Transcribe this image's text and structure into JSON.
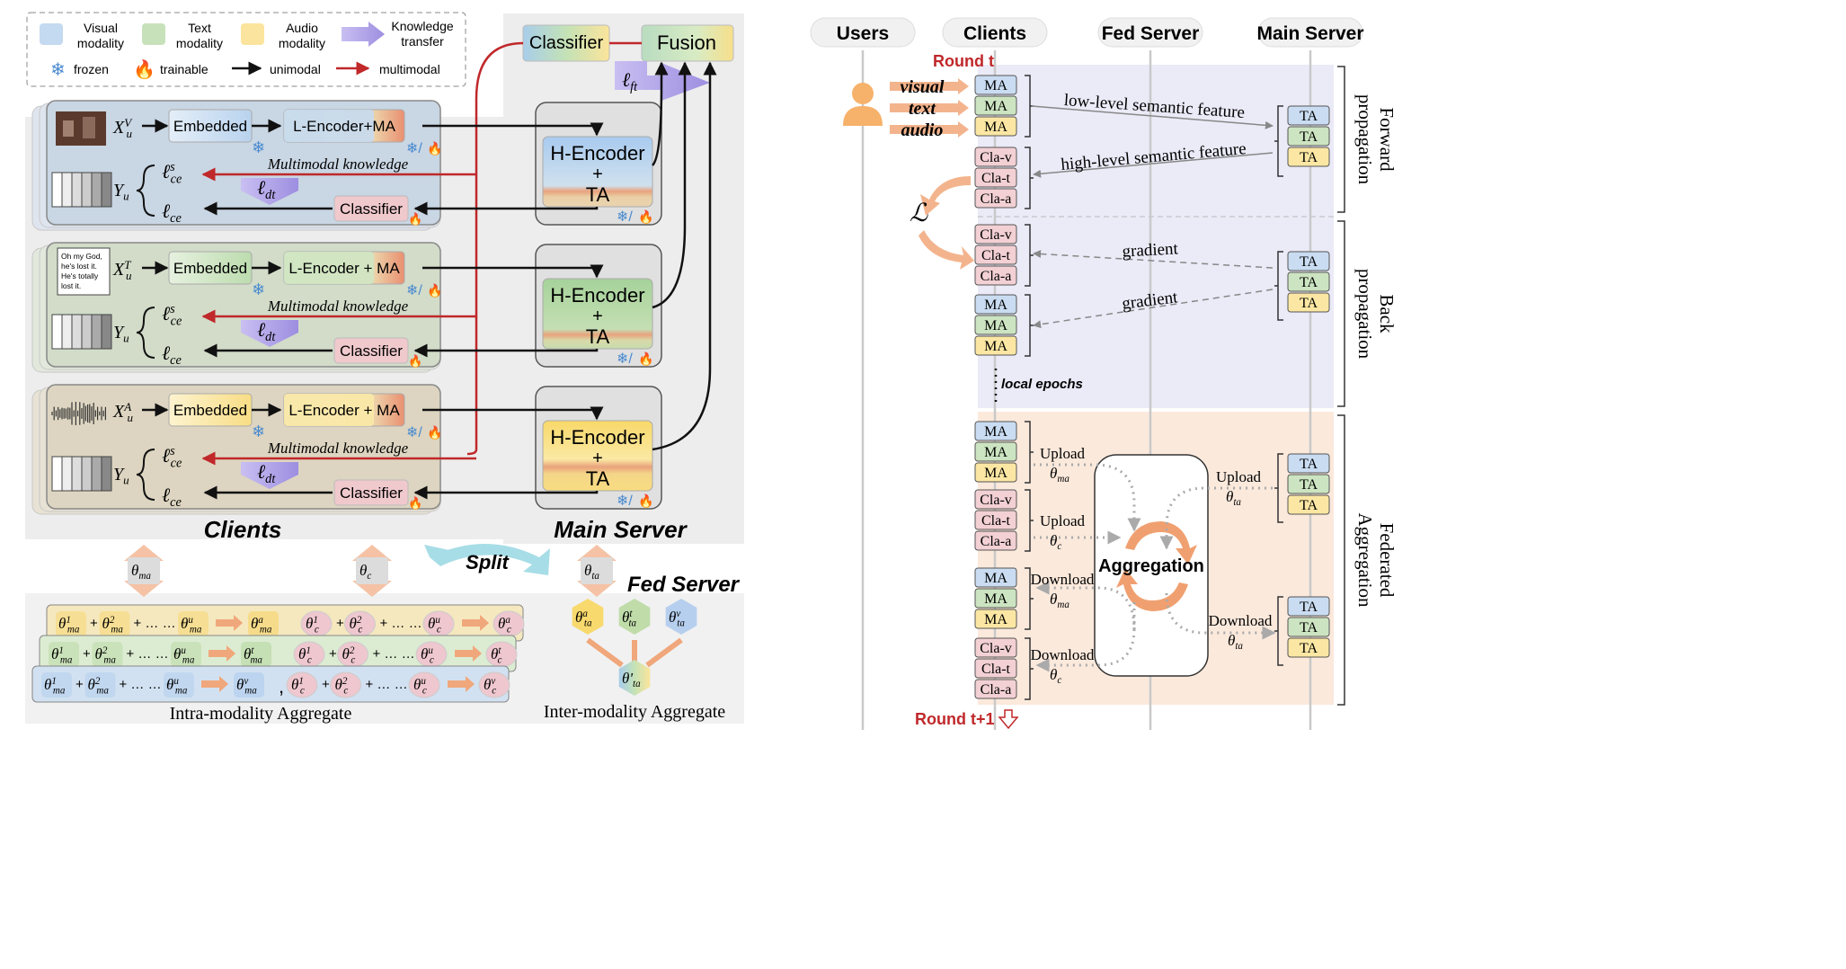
{
  "legend": {
    "visual": "Visual modality",
    "text": "Text modality",
    "audio": "Audio modality",
    "knowledge": "Knowledge transfer",
    "frozen": "frozen",
    "trainable": "trainable",
    "unimodal": "unimodal",
    "multimodal": "multimodal"
  },
  "left": {
    "classifier_top": "Classifier",
    "fusion": "Fusion",
    "loss_ft": "ℓ_ft",
    "clients_title": "Clients",
    "main_server_title": "Main Server",
    "split": "Split",
    "fed_server": "Fed Server",
    "intra": "Intra-modality Aggregate",
    "inter": "Inter-modality Aggregate",
    "theta_ma": "θ_ma",
    "theta_c": "θ_c",
    "theta_ta": "θ_ta",
    "text_sample": "Oh my God, he's lost it. He's totally lost it.",
    "rows": [
      {
        "x": "X_u^V",
        "embedded": "Embedded",
        "encoder": "L-Encoder+MA",
        "mk": "Multimodal knowledge",
        "classifier": "Classifier",
        "y": "Y_u",
        "l1": "ℓ_ce^s",
        "l2": "ℓ_ce",
        "ldt": "ℓ_dt",
        "henc": "H-Encoder",
        "plus": "+",
        "ta": "TA"
      },
      {
        "x": "X_u^T",
        "embedded": "Embedded",
        "encoder": "L-Encoder + MA",
        "mk": "Multimodal knowledge",
        "classifier": "Classifier",
        "y": "Y_u",
        "l1": "ℓ_ce^s",
        "l2": "ℓ_ce",
        "ldt": "ℓ_dt",
        "henc": "H-Encoder",
        "plus": "+",
        "ta": "TA"
      },
      {
        "x": "X_u^A",
        "embedded": "Embedded",
        "encoder": "L-Encoder + MA",
        "mk": "Multimodal knowledge",
        "classifier": "Classifier",
        "y": "Y_u",
        "l1": "ℓ_ce^s",
        "l2": "ℓ_ce",
        "ldt": "ℓ_dt",
        "henc": "H-Encoder",
        "plus": "+",
        "ta": "TA"
      }
    ],
    "agg_rows": [
      {
        "ma": "θ_ma^1 + θ_ma^2 + … … + θ_ma^u",
        "ma_out": "θ_ma^a",
        "c": "θ_c^1 + θ_c^2 + … … + θ_c^u",
        "c_out": "θ_c^a"
      },
      {
        "ma": "θ_ma^1 + θ_ma^2 + … … + θ_ma^u",
        "ma_out": "θ_ma^t",
        "c": "θ_c^1 + θ_c^2 + … … + θ_c^u",
        "c_out": "θ_c^t"
      },
      {
        "ma": "θ_ma^1 + θ_ma^2 + … … + θ_ma^u",
        "ma_out": "θ_ma^v",
        "c": "θ_c^1 + θ_c^2 + … … + θ_c^u",
        "c_out": "θ_c^v"
      }
    ],
    "hex": {
      "a": "θ_ta^a",
      "t": "θ_ta^t",
      "v": "θ_ta^v",
      "out": "θ'_ta"
    }
  },
  "right": {
    "headers": [
      "Users",
      "Clients",
      "Fed Server",
      "Main Server"
    ],
    "round_t": "Round t",
    "round_t1": "Round t+1",
    "inputs": [
      "visual",
      "text",
      "audio"
    ],
    "ma": "MA",
    "ta": "TA",
    "cla": [
      "Cla-v",
      "Cla-t",
      "Cla-a"
    ],
    "low_level": "low-level semantic feature",
    "high_level": "high-level semantic feature",
    "loss": "ℒ",
    "gradient": "gradient",
    "local_epochs": "local epochs",
    "aggregation": "Aggregation",
    "upload": "Upload",
    "download": "Download",
    "theta_ma": "θ_ma",
    "theta_c": "θ_c",
    "theta_ta": "θ_ta",
    "side_forward": [
      "Forward",
      "propagation"
    ],
    "side_back": [
      "Back",
      "propagation"
    ],
    "side_fed": [
      "Federated",
      "Aggregation"
    ]
  },
  "colors": {
    "visual": "#c9dcef",
    "text": "#cfe3c6",
    "audio": "#fbe9a8",
    "red": "#c0282a",
    "orange": "#f0a77b",
    "purple": "#a99ee2"
  }
}
